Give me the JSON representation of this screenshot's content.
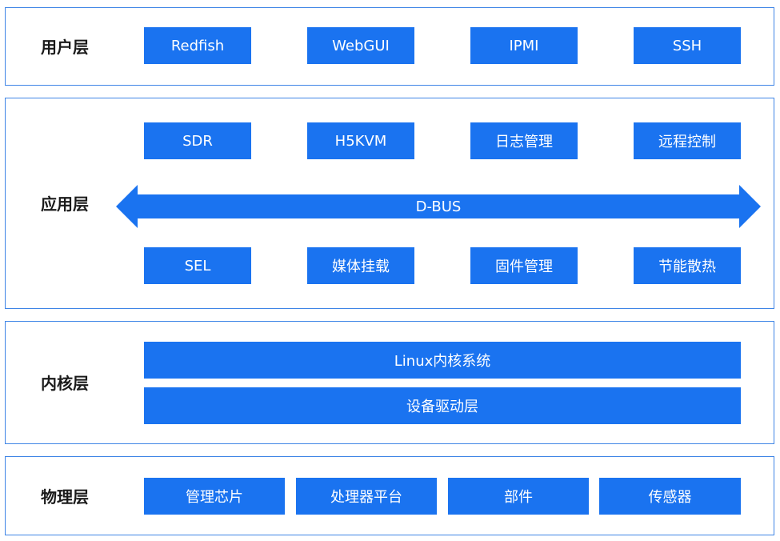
{
  "colors": {
    "box_fill": "#1a73f0",
    "border": "#3f85e6",
    "label_text": "#1a1a1a",
    "box_text": "#ffffff"
  },
  "user_layer": {
    "label": "用户层",
    "items": [
      "Redfish",
      "WebGUI",
      "IPMI",
      "SSH"
    ]
  },
  "app_layer": {
    "label": "应用层",
    "top_items": [
      "SDR",
      "H5KVM",
      "日志管理",
      "远程控制"
    ],
    "bus": "D-BUS",
    "bottom_items": [
      "SEL",
      "媒体挂载",
      "固件管理",
      "节能散热"
    ]
  },
  "kernel_layer": {
    "label": "内核层",
    "items": [
      "Linux内核系统",
      "设备驱动层"
    ]
  },
  "physical_layer": {
    "label": "物理层",
    "items": [
      "管理芯片",
      "处理器平台",
      "部件",
      "传感器"
    ]
  }
}
